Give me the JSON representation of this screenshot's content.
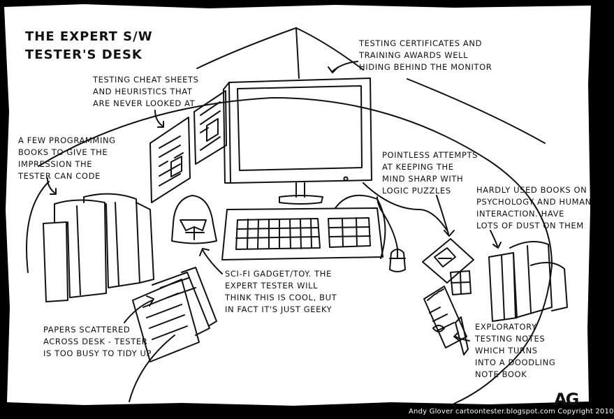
{
  "title": "THE EXPERT S/W\nTESTER'S DESK",
  "labels": {
    "certificates": "TESTING CERTIFICATES AND\nTRAINING AWARDS WELL\nHIDING BEHIND THE MONITOR",
    "cheat_sheets": "TESTING CHEAT SHEETS\nAND HEURISTICS THAT\nARE NEVER LOOKED AT",
    "programming_books": "A FEW PROGRAMMING\nBOOKS TO GIVE THE\nIMPRESSION THE\nTESTER CAN CODE",
    "logic_puzzles": "POINTLESS ATTEMPTS\nAT KEEPING THE\nMIND SHARP WITH\nLOGIC PUZZLES",
    "psychology_books": "HARDLY USED BOOKS ON\nPSYCHOLOGY AND HUMAN\nINTERACTION. HAVE\nLOTS OF DUST ON THEM",
    "scifi_toy": "SCI-FI GADGET/TOY. THE\nEXPERT TESTER WILL\nTHINK THIS IS COOL, BUT\nIN FACT IT'S JUST GEEKY",
    "papers": "PAPERS SCATTERED\nACROSS DESK - TESTER\nIS TOO BUSY TO TIDY UP",
    "exploratory_notes": "EXPLORATORY\nTESTING NOTES\nWHICH TURNS\nINTO A DOODLING\nNOTE BOOK"
  },
  "credit": "Andy Glover cartoontester.blogspot.com Copyright 2010",
  "signature": "AG",
  "colors": {
    "ink": "#111111",
    "paper": "#ffffff",
    "frame": "#000000"
  }
}
